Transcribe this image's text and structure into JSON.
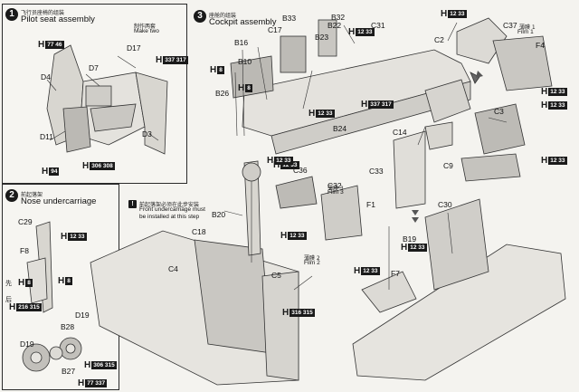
{
  "steps": {
    "step1": {
      "num": "1",
      "cn": "飞行员座椅的组装",
      "en": "Pilot seat assembly",
      "note_cn": "制作两套",
      "note_en": "Make two"
    },
    "step2": {
      "num": "2",
      "cn": "前起落架",
      "en": "Nose undercarriage"
    },
    "step3": {
      "num": "3",
      "cn": "座舱的组装",
      "en": "Cockpit assembly"
    }
  },
  "warning": {
    "mark": "!",
    "cn": "前起落架必须在此步安装",
    "en_line1": "Front undercarriage must",
    "en_line2": "be installed at this step"
  },
  "parts": {
    "D17": "D17",
    "D7": "D7",
    "D4": "D4",
    "D11": "D11",
    "D3": "D3",
    "C29": "C29",
    "F8": "F8",
    "D19a": "D19",
    "D19b": "D19",
    "B28": "B28",
    "B27": "B27",
    "B33": "B33",
    "B32": "B32",
    "B22": "B22",
    "B23": "B23",
    "C31": "C31",
    "C17": "C17",
    "B16": "B16",
    "B10": "B10",
    "B26": "B26",
    "B24": "B24",
    "C2": "C2",
    "C37": "C37",
    "F4": "F4",
    "C3": "C3",
    "C14": "C14",
    "C33": "C33",
    "C9": "C9",
    "C36": "C36",
    "C32": "C32",
    "F1": "F1",
    "B20": "B20",
    "C18": "C18",
    "C4": "C4",
    "C5": "C5",
    "C30": "C30",
    "B19": "B19",
    "F7": "F7"
  },
  "films": {
    "film1_cn": "薄膜 1",
    "film1_en": "Film 1",
    "film3_cn": "薄膜 3",
    "film3_en": "Film 3",
    "film2_cn": "薄膜 2",
    "film2_en": "Film 2"
  },
  "side_marks": {
    "front_cn": "先",
    "back_cn": "后"
  },
  "paint": {
    "p1": "H",
    "p1c": "77 46",
    "p2": "H",
    "p2c": "337 317",
    "p3": "H",
    "p3c": "8",
    "p4": "H",
    "p4c": "94",
    "p5": "H",
    "p5c": "306 308",
    "p6": "H",
    "p6c": "12 33",
    "p7": "H",
    "p7c": "8",
    "p8": "H",
    "p8c": "12 33",
    "p9": "H",
    "p9c": "337 317",
    "p10": "H",
    "p10c": "12 33",
    "p11": "H",
    "p11c": "12 33",
    "p12": "H",
    "p12c": "12 33",
    "p13": "H",
    "p13c": "12 33",
    "p14": "H",
    "p14c": "12 33",
    "p15": "H",
    "p15c": "12 33",
    "p16": "H",
    "p16c": "12 33",
    "p17": "H",
    "p17c": "12 33",
    "p18": "H",
    "p18c": "8",
    "p19": "H",
    "p19c": "8",
    "p20": "H",
    "p20c": "12 33",
    "p21": "H",
    "p21c": "216 315",
    "p22": "H",
    "p22c": "306 315",
    "p23": "H",
    "p23c": "77 337",
    "p24": "H",
    "p24c": "316 315",
    "p25": "H",
    "p25c": "12 33"
  }
}
